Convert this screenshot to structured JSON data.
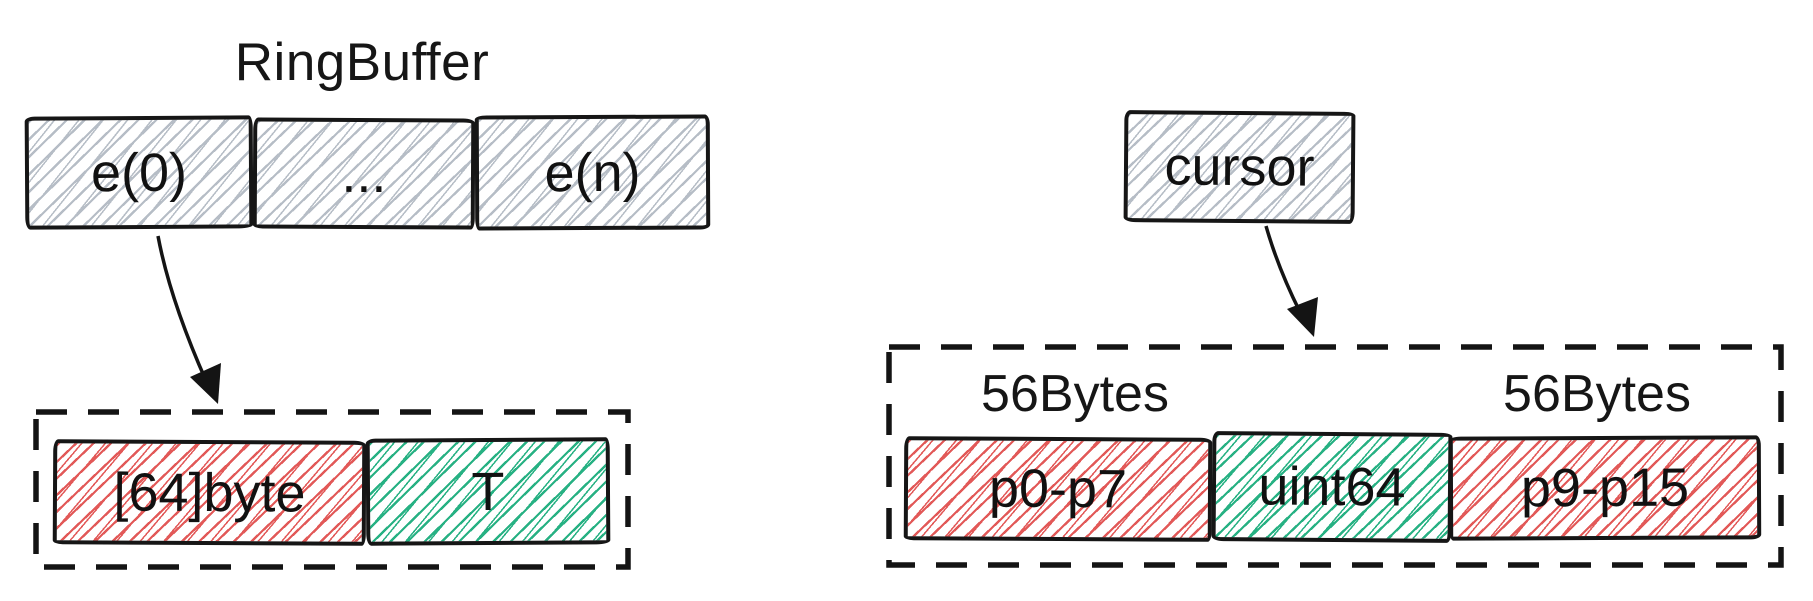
{
  "title": "RingBuffer",
  "ring_buffer": {
    "cells": [
      {
        "label": "e(0)"
      },
      {
        "label": "..."
      },
      {
        "label": "e(n)"
      }
    ]
  },
  "element_struct": {
    "cells": [
      {
        "label": "[64]byte",
        "color_key": "red"
      },
      {
        "label": "T",
        "color_key": "green"
      }
    ]
  },
  "cursor": {
    "label": "cursor"
  },
  "cursor_struct": {
    "annotations": [
      {
        "label": "56Bytes"
      },
      {
        "label": "56Bytes"
      }
    ],
    "cells": [
      {
        "label": "p0-p7",
        "color_key": "red"
      },
      {
        "label": "uint64",
        "color_key": "green"
      },
      {
        "label": "p9-p15",
        "color_key": "red"
      }
    ]
  },
  "colors": {
    "grey_hatch": "#b6bdc6",
    "red_hatch": "#e25958",
    "green_hatch": "#27b183",
    "stroke": "#161616"
  }
}
